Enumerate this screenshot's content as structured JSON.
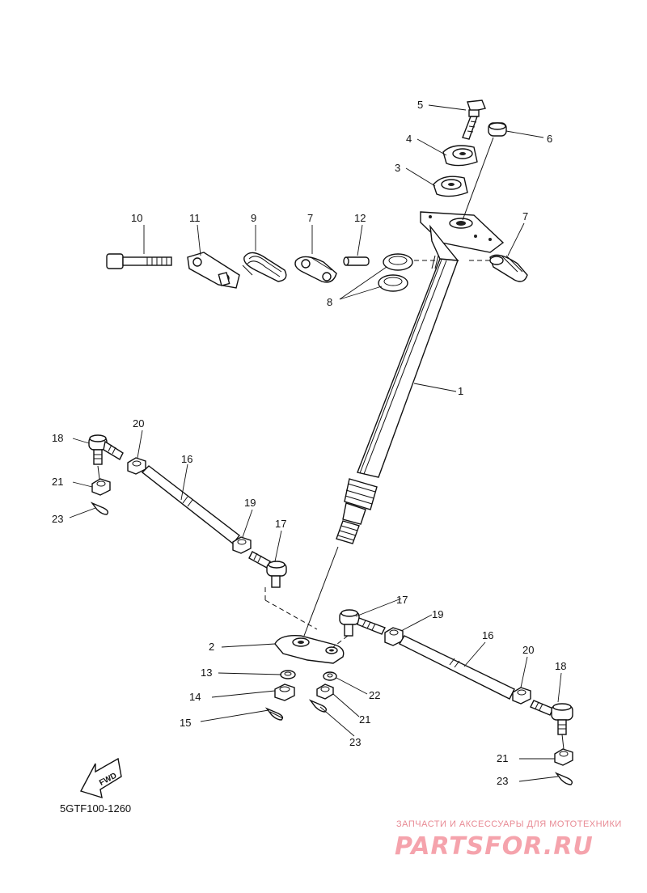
{
  "callouts": {
    "c1": "1",
    "c2": "2",
    "c3": "3",
    "c4": "4",
    "c5": "5",
    "c6": "6",
    "c7a": "7",
    "c7b": "7",
    "c8": "8",
    "c9": "9",
    "c10": "10",
    "c11": "11",
    "c12": "12",
    "c13": "13",
    "c14": "14",
    "c15": "15",
    "c16a": "16",
    "c16b": "16",
    "c17a": "17",
    "c17b": "17",
    "c18a": "18",
    "c18b": "18",
    "c19a": "19",
    "c19b": "19",
    "c20a": "20",
    "c20b": "20",
    "c21a": "21",
    "c21b": "21",
    "c21c": "21",
    "c22": "22",
    "c23a": "23",
    "c23b": "23",
    "c23c": "23"
  },
  "fwd_label": "FWD",
  "diagram_code": "5GTF100-1260",
  "watermark": {
    "tagline": "ЗАПЧАСТИ И АКСЕССУАРЫ ДЛЯ МОТОТЕХНИКИ",
    "logo": "PARTSFOR.RU"
  }
}
